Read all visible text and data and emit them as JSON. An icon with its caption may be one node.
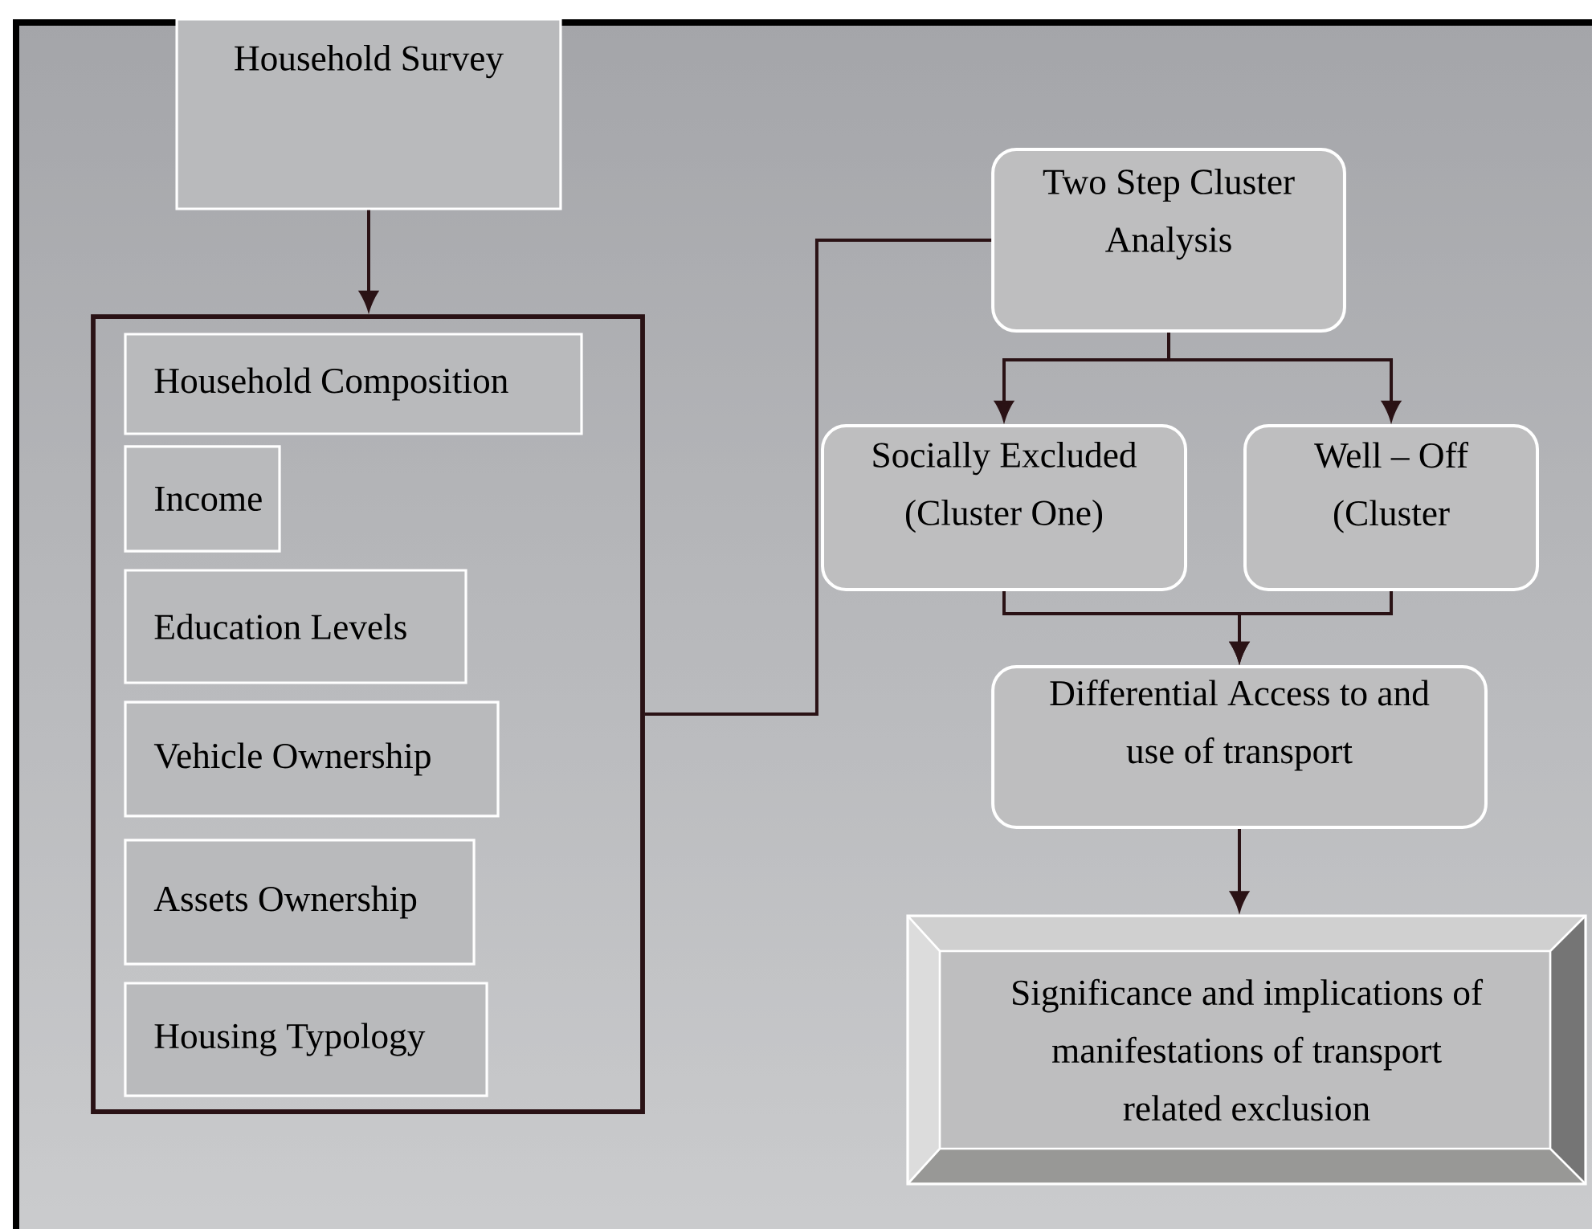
{
  "diagram": {
    "nodes": [
      {
        "text": [
          "Household Survey"
        ]
      },
      {
        "text": [],
        "shape": "box"
      },
      {
        "text": [
          "Household Composition"
        ],
        "in": 1
      },
      {
        "text": [
          "Income"
        ],
        "in": 1
      },
      {
        "text": [
          "Education Levels"
        ],
        "in": 1
      },
      {
        "text": [
          "Vehicle Ownership"
        ],
        "in": 1
      },
      {
        "text": [
          "Assets Ownership"
        ],
        "in": 1
      },
      {
        "text": [
          "Housing Typology"
        ],
        "in": 1
      },
      {
        "text": [
          "Two Step Cluster Analysis"
        ]
      },
      {
        "text": [
          "Socially Excluded (Cluster One)"
        ]
      },
      {
        "text": [
          "Well – Off (Cluster"
        ]
      },
      {
        "text": [
          "Differential Access to and use of transport"
        ]
      },
      {
        "text": [
          "Significance and implications of manifestations of transport related exclusion"
        ]
      }
    ],
    "edges": [
      {
        "from": 0,
        "to": 1,
        "arrow": "to"
      },
      {
        "from": 1,
        "to": 8,
        "arrow": "none"
      },
      {
        "from": 8,
        "to": 9,
        "arrow": "to"
      },
      {
        "from": 8,
        "to": 10,
        "arrow": "to"
      },
      {
        "from": 9,
        "to": 11,
        "arrow": "to"
      },
      {
        "from": 10,
        "to": 11,
        "arrow": "to"
      },
      {
        "from": 11,
        "to": 12,
        "arrow": "to"
      }
    ]
  }
}
